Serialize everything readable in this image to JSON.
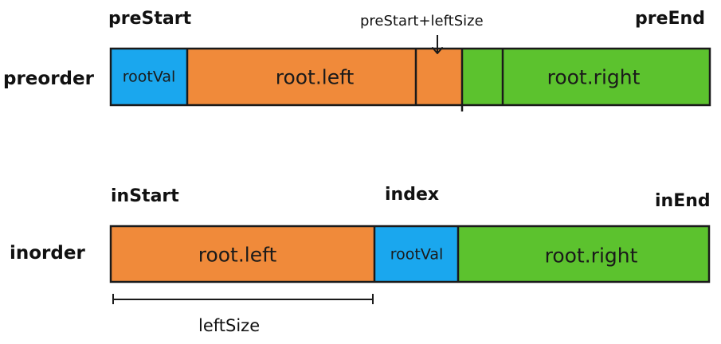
{
  "preorder": {
    "row_label": "preorder",
    "pre_start": "preStart",
    "pre_start_plus_left_size": "preStart+leftSize",
    "pre_end": "preEnd",
    "segments": {
      "root_val": "rootVal",
      "left": "root.left",
      "right": "root.right"
    }
  },
  "inorder": {
    "row_label": "inorder",
    "in_start": "inStart",
    "index": "index",
    "in_end": "inEnd",
    "segments": {
      "left": "root.left",
      "root_val": "rootVal",
      "right": "root.right"
    },
    "left_size": "leftSize"
  },
  "colors": {
    "root_val": "#1aa7ee",
    "left": "#f08a3a",
    "right": "#5cc22e",
    "outline": "#1a1a1a"
  }
}
